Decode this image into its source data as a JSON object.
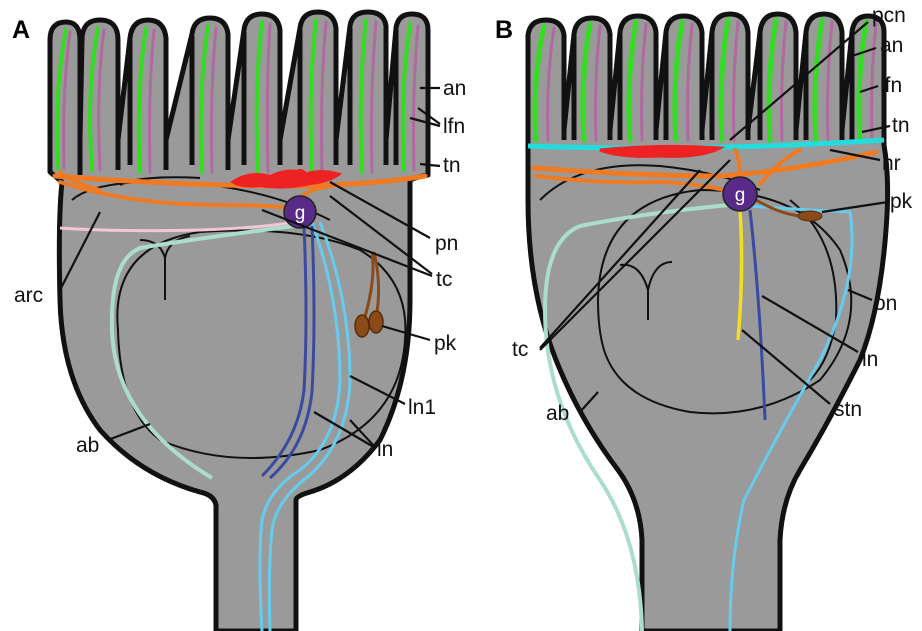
{
  "figure": {
    "panels": [
      {
        "letter": "A",
        "ganglion": "g",
        "labels": {
          "an": "an",
          "lfn": "lfn",
          "tn": "tn",
          "pn": "pn",
          "tc": "tc",
          "arc": "arc",
          "pk": "pk",
          "ln1": "ln1",
          "ln": "ln",
          "ab": "ab"
        }
      },
      {
        "letter": "B",
        "ganglion": "g",
        "labels": {
          "pcn": "pcn",
          "an": "an",
          "lfn": "lfn",
          "tn": "tn",
          "nr": "nr",
          "pk": "pk",
          "on": "on",
          "ln": "ln",
          "stn": "stn",
          "tc": "tc",
          "ab": "ab"
        }
      }
    ],
    "colors": {
      "body_fill": "#9a9a9a",
      "outline": "#111111",
      "arm_nerve": "#33dd22",
      "arm_inner": "#b06aa0",
      "nerve_orange": "#f07a22",
      "pedal_red": "#ee2222",
      "ganglion": "#5a2a88",
      "nerve_blue": "#3a4aa0",
      "nerve_lightblue": "#66ccee",
      "nerve_mint": "#aaddcc",
      "nerve_pink": "#f2c6d4",
      "nerve_yellow": "#f2dd22",
      "nerve_cyan": "#22dddd",
      "pk_brown": "#8a4a1a"
    }
  }
}
